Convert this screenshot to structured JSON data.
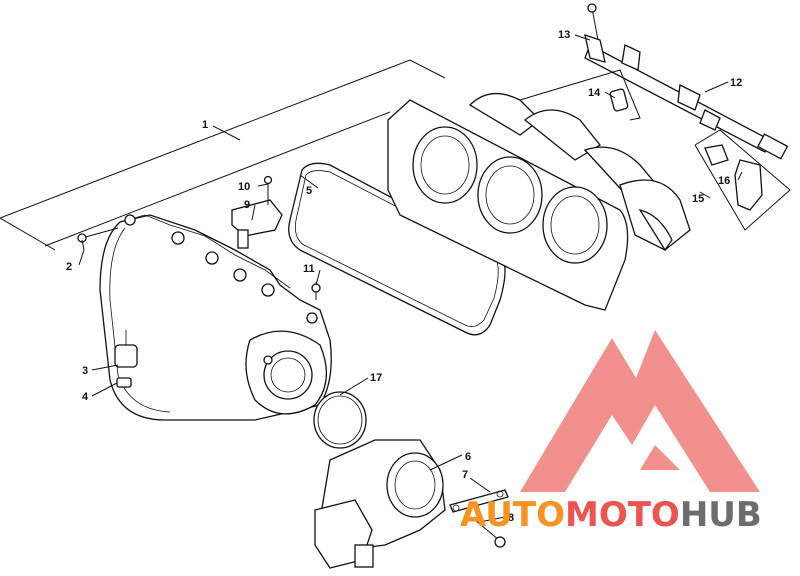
{
  "diagram": {
    "callouts": [
      {
        "id": "1",
        "label": "1"
      },
      {
        "id": "2",
        "label": "2"
      },
      {
        "id": "3",
        "label": "3"
      },
      {
        "id": "4",
        "label": "4"
      },
      {
        "id": "5",
        "label": "5"
      },
      {
        "id": "6",
        "label": "6"
      },
      {
        "id": "7",
        "label": "7"
      },
      {
        "id": "8",
        "label": "8"
      },
      {
        "id": "9",
        "label": "9"
      },
      {
        "id": "10",
        "label": "10"
      },
      {
        "id": "11",
        "label": "11"
      },
      {
        "id": "12",
        "label": "12"
      },
      {
        "id": "13",
        "label": "13"
      },
      {
        "id": "14",
        "label": "14"
      },
      {
        "id": "15",
        "label": "15"
      },
      {
        "id": "16",
        "label": "16"
      },
      {
        "id": "17",
        "label": "17"
      }
    ]
  },
  "watermark": {
    "auto": "AUTO",
    "moto": "MOTO",
    "hub": "HUB",
    "color_red": "#ef5350",
    "color_gray": "#6d6d6d",
    "color_orange": "#f7931e"
  }
}
